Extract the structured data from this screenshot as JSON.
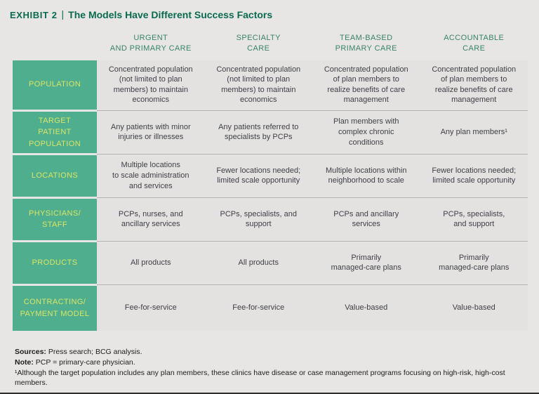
{
  "header": {
    "eyebrow": "EXHIBIT 2",
    "separator": "|",
    "title": "The Models Have Different Success Factors"
  },
  "table": {
    "column_headers": [
      "URGENT\nAND PRIMARY CARE",
      "SPECIALTY\nCARE",
      "TEAM-BASED\nPRIMARY CARE",
      "ACCOUNTABLE\nCARE"
    ],
    "rows": [
      {
        "label": "POPULATION",
        "cells": [
          "Concentrated population\n(not limited to plan\nmembers) to maintain\neconomics",
          "Concentrated population\n(not limited to plan\nmembers) to maintain\neconomics",
          "Concentrated population\nof plan members to\nrealize benefits of care\nmanagement",
          "Concentrated population\nof plan members to\nrealize benefits of care\nmanagement"
        ]
      },
      {
        "label": "TARGET\nPATIENT\nPOPULATION",
        "cells": [
          "Any patients with minor\ninjuries or illnesses",
          "Any patients referred to\nspecialists by PCPs",
          "Plan members with\ncomplex chronic\nconditions",
          "Any plan members¹"
        ]
      },
      {
        "label": "LOCATIONS",
        "cells": [
          "Multiple locations\nto scale administration\nand services",
          "Fewer locations needed;\nlimited scale opportunity",
          "Multiple locations within\nneighborhood to scale",
          "Fewer locations needed;\nlimited scale opportunity"
        ]
      },
      {
        "label": "PHYSICIANS/\nSTAFF",
        "cells": [
          "PCPs, nurses, and\nancillary services",
          "PCPs, specialists, and\nsupport",
          "PCPs and ancillary\nservices",
          "PCPs, specialists,\nand support"
        ]
      },
      {
        "label": "PRODUCTS",
        "cells": [
          "All products",
          "All products",
          "Primarily\nmanaged-care plans",
          "Primarily\nmanaged-care plans"
        ]
      },
      {
        "label": "CONTRACTING/\nPAYMENT MODEL",
        "cells": [
          "Fee-for-service",
          "Fee-for-service",
          "Value-based",
          "Value-based"
        ]
      }
    ]
  },
  "footnotes": {
    "sources_label": "Sources:",
    "sources_text": " Press search; BCG analysis.",
    "note_label": "Note:",
    "note_text": " PCP = primary-care physician.",
    "footnote_1": "¹Although the target population includes any plan members, these clinics have disease or case management programs focusing on high-risk, high-cost members."
  },
  "colors": {
    "title_green": "#0a6a50",
    "column_header_green": "#38836a",
    "row_label_background": "#4fae8d",
    "row_label_text": "#dbe567",
    "body_text": "#3f3f46",
    "page_background": "#e7e6e4"
  }
}
